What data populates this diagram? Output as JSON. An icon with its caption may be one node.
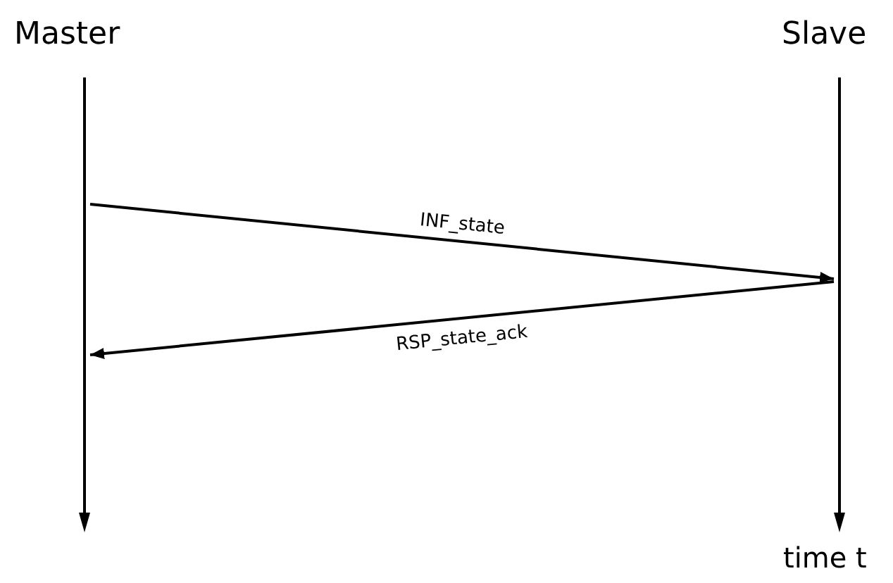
{
  "diagram": {
    "nodes": [
      {
        "text": [
          "Master"
        ]
      },
      {
        "text": [
          "Slave"
        ]
      },
      {
        "text": [],
        "shape": "bar"
      },
      {
        "text": [],
        "shape": "bar"
      }
    ],
    "edges": [
      {
        "from": 2,
        "to": 3,
        "arrow": "to",
        "label": "INF_state"
      },
      {
        "from": 3,
        "to": 2,
        "arrow": "to",
        "label": "RSP_state_ack"
      }
    ],
    "labels": [
      "time t"
    ]
  }
}
